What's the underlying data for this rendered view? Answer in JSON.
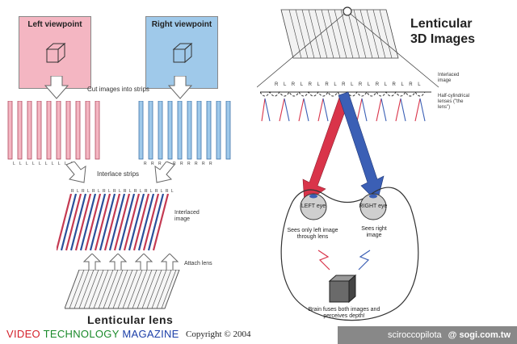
{
  "left_panel": {
    "left_viewpoint_label": "Left viewpoint",
    "right_viewpoint_label": "Right viewpoint",
    "cut_label": "Cut images into strips",
    "strip_letters_left": "L L L L L L L L L L",
    "strip_letters_right": "R R R R R R R R R R",
    "interlace_label": "Interlace strips",
    "interlaced_letters": "R L R L R L R L R L R L R L R L R L R L",
    "interlaced_image_label": "Interlaced image",
    "attach_lens_label": "Attach lens",
    "title": "Lenticular lens"
  },
  "right_panel": {
    "title_line1": "Lenticular",
    "title_line2": "3D Images",
    "rl_letters": "R L R L R L R L R L R L R L R L R L",
    "interlaced_label": "Interlaced image",
    "lenses_label": "Half-cylindrical lenses (\"the lens\")",
    "left_eye_label": "LEFT eye",
    "right_eye_label": "RIGHT eye",
    "left_eye_caption": "Sees only left image through lens",
    "right_eye_caption": "Sees right image",
    "brain_caption": "Brain fuses both images and perceives depth!"
  },
  "footer": {
    "brand_word1": "VIDEO",
    "brand_word2": "TECHNOLOGY",
    "brand_word3": "MAGAZINE",
    "copyright": "Copyright © 2004"
  },
  "watermark": {
    "user": "sciroccopilota",
    "site": "@ sogi.com.tw"
  },
  "colors": {
    "left_pink": "#f4b6c2",
    "right_blue": "#9fc9ea",
    "arrow_red": "#d9344a",
    "arrow_blue": "#3b5fb5",
    "brand_red": "#d4202a",
    "brand_green": "#1a8a2a",
    "brand_blue": "#1c3fa8"
  },
  "icons": [
    "cube-icon",
    "down-arrow-icon",
    "up-arrow-icon",
    "brain-cube-icon",
    "lightning-icon"
  ]
}
